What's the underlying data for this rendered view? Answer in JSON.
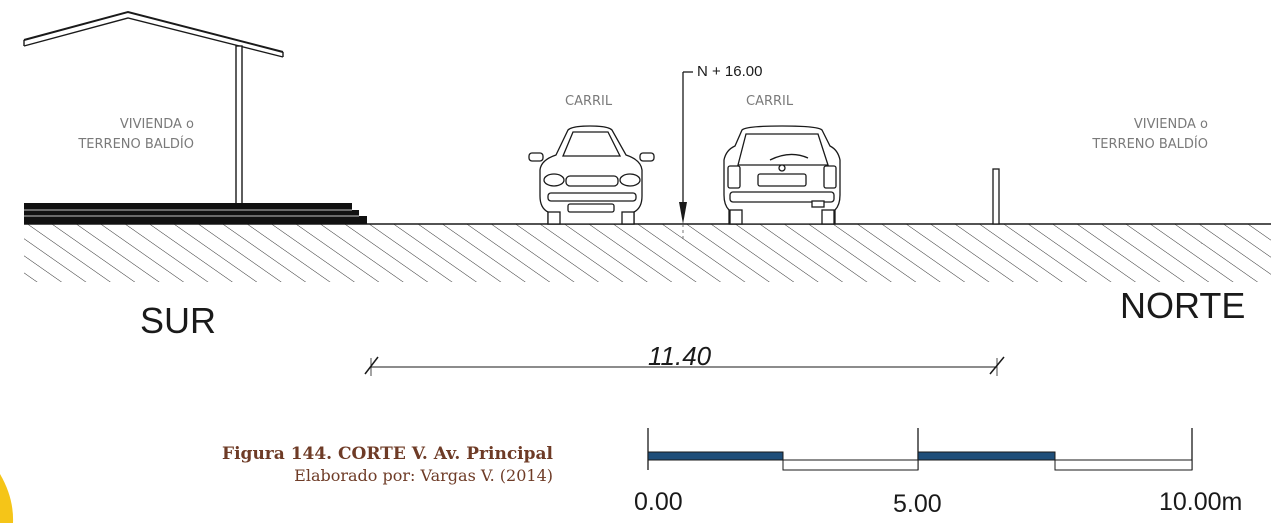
{
  "labels": {
    "left_property": [
      "VIVIENDA o",
      "TERRENO BALDÍO"
    ],
    "right_property": [
      "VIVIENDA o",
      "TERRENO BALDÍO"
    ],
    "lane_1": "CARRIL",
    "lane_2": "CARRIL",
    "level_mark": "N + 16.00",
    "south": "SUR",
    "north": "NORTE",
    "dimension": "11.40"
  },
  "caption": {
    "title": "Figura  144. CORTE V. Av. Principal",
    "subtitle": "Elaborado por: Vargas V. (2014)"
  },
  "scale_bar": {
    "ticks": [
      "0.00",
      "5.00",
      "10.00m"
    ],
    "fill_color": "#1f4e79"
  },
  "colors": {
    "lines": "#1a1a1a",
    "caption": "#6e3b26",
    "accent_corner": "#f5c518"
  }
}
